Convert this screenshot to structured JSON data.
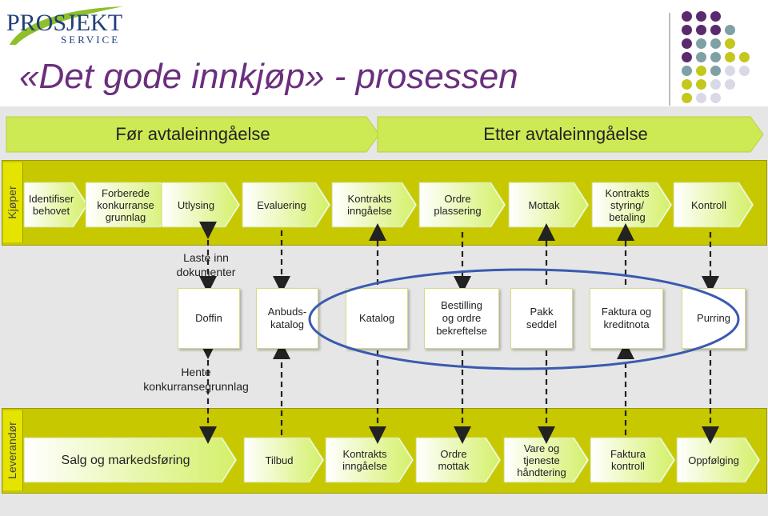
{
  "logo": {
    "text_main": "PROSJEKT",
    "text_sub": "SERVICE"
  },
  "title": "«Det gode innkjøp» - prosessen",
  "phases": [
    "Før avtaleinngåelse",
    "Etter avtaleinngåelse"
  ],
  "lanes": {
    "buyer": "Kjøper",
    "supplier": "Leverandør"
  },
  "buyer_steps": [
    "Identifiser\nbehovet",
    "Forberede\nkonkurranse\ngrunnlag",
    "Utlysing",
    "Evaluering",
    "Kontrakts\ninngåelse",
    "Ordre\nplassering",
    "Mottak",
    "Kontrakts\nstyring/\nbetaling",
    "Kontroll"
  ],
  "documents": [
    "Doffin",
    "Anbuds-\nkatalog",
    "Katalog",
    "Bestilling\nog ordre\nbekreftelse",
    "Pakk\nseddel",
    "Faktura og\nkreditnota",
    "Purring"
  ],
  "notes": {
    "upload": "Laste  inn\ndokumenter",
    "fetch": "Hente\nkonkurransegrunnlag"
  },
  "supplier_steps": [
    "Salg og markedsføring",
    "Tilbud",
    "Kontrakts\ninngåelse",
    "Ordre\nmottak",
    "Vare og\ntjeneste\nhåndtering",
    "Faktura\nkontroll",
    "Oppfølging"
  ],
  "colors": {
    "accent_purple": "#6a2f7e",
    "lane_yellow": "#c8c800",
    "chevron_green": "#d4f06a",
    "phase_green": "#cdea55",
    "ellipse_blue": "#3a5ab0",
    "dot_purple": "#5b2a6e",
    "dot_teal": "#7fa0a4",
    "dot_olive": "#c4c71c",
    "dot_light": "#d9d9e6"
  }
}
